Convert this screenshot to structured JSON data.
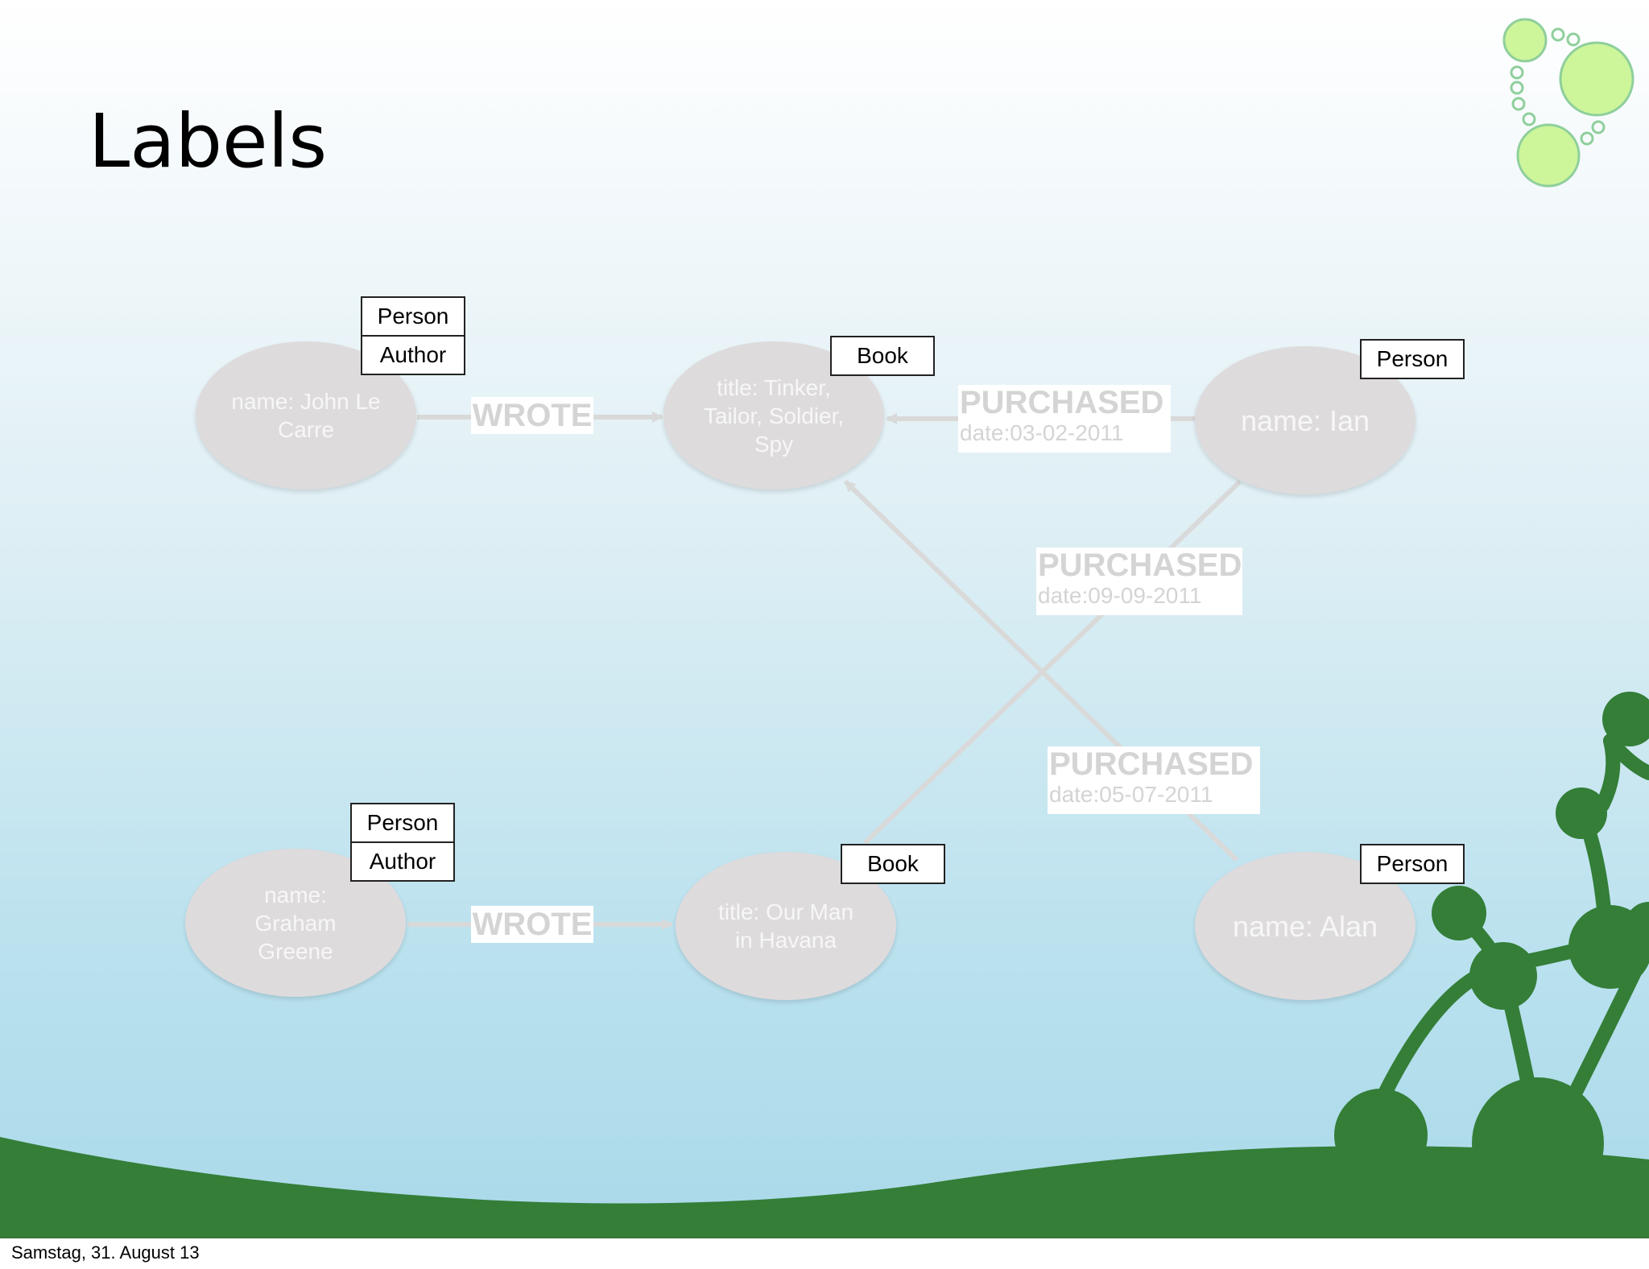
{
  "slide": {
    "title": "Labels",
    "footer_date": "Samstag, 31. August 13"
  },
  "diagram": {
    "nodes": {
      "john": {
        "lines": [
          "name: John Le",
          "Carre"
        ],
        "labels": [
          "Person",
          "Author"
        ]
      },
      "tinker": {
        "lines": [
          "title: Tinker,",
          "Tailor, Soldier,",
          "Spy"
        ],
        "labels": [
          "Book"
        ]
      },
      "ian": {
        "lines": [
          "name: Ian"
        ],
        "labels": [
          "Person"
        ]
      },
      "graham": {
        "lines": [
          "name:",
          "Graham",
          "Greene"
        ],
        "labels": [
          "Person",
          "Author"
        ]
      },
      "havana": {
        "lines": [
          "title: Our Man",
          "in Havana"
        ],
        "labels": [
          "Book"
        ]
      },
      "alan": {
        "lines": [
          "name: Alan"
        ],
        "labels": [
          "Person"
        ]
      }
    },
    "relationships": {
      "wrote_top": {
        "type": "WROTE"
      },
      "wrote_bottom": {
        "type": "WROTE"
      },
      "ian_tinker": {
        "type": "PURCHASED",
        "date": "date:03-02-2011"
      },
      "ian_havana": {
        "type": "PURCHASED",
        "date": "date:09-09-2011"
      },
      "alan_tinker": {
        "type": "PURCHASED",
        "date": "date:05-07-2011"
      }
    }
  },
  "colors": {
    "node_fill": "#dedbdd",
    "edge": "#d9d9d9",
    "hill_green": "#347e38",
    "bubble_green": "#cdf59a"
  }
}
